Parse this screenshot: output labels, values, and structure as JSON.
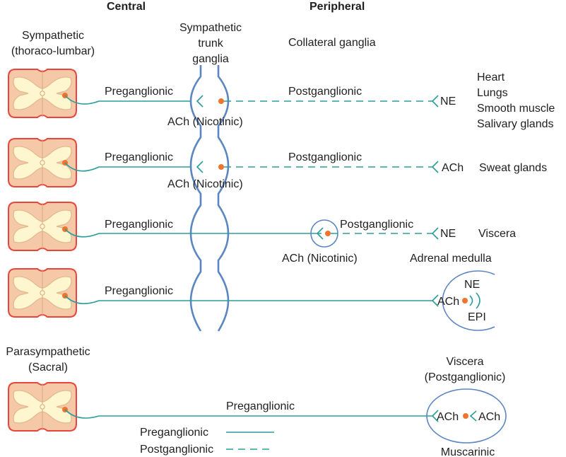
{
  "headers": {
    "central": "Central",
    "peripheral": "Peripheral"
  },
  "sympathetic_label": [
    "Sympathetic",
    "(thoraco-lumbar)"
  ],
  "trunk_label": [
    "Sympathetic",
    "trunk",
    "ganglia"
  ],
  "collateral_label": "Collateral ganglia",
  "parasympathetic_label": [
    "Parasympathetic",
    "(Sacral)"
  ],
  "rows": [
    {
      "pre_label": "Preganglionic",
      "post_label": "Postganglionic",
      "synapse_label": "ACh (Nicotinic)",
      "transmitter": "NE",
      "targets": [
        "Heart",
        "Lungs",
        "Smooth muscle",
        "Salivary glands"
      ]
    },
    {
      "pre_label": "Preganglionic",
      "post_label": "Postganglionic",
      "synapse_label": "ACh (Nicotinic)",
      "transmitter": "ACh",
      "targets": [
        "Sweat glands"
      ]
    },
    {
      "pre_label": "Preganglionic",
      "post_label": "Postganglionic",
      "synapse_label": "ACh (Nicotinic)",
      "transmitter": "NE",
      "targets": [
        "Viscera"
      ]
    },
    {
      "pre_label": "Preganglionic",
      "organ_label": "Adrenal medulla",
      "inner_left": "ACh",
      "outputs": [
        "NE",
        "EPI"
      ]
    },
    {
      "pre_label": "Preganglionic",
      "organ_label": [
        "Viscera",
        "(Postganglionic)"
      ],
      "inner_left": "ACh",
      "inner_right": "ACh",
      "bottom_label": "Muscarinic"
    }
  ],
  "legend": {
    "pre": "Preganglionic",
    "post": "Postganglionic"
  },
  "colors": {
    "fiber": "#2a9d9b",
    "ganglion": "#5b86c2",
    "synapse_dot": "#f0742d",
    "cord_border": "#e8453c",
    "cord_fill": "#f5c9a8",
    "grey_matter": "#fdf6cf"
  }
}
